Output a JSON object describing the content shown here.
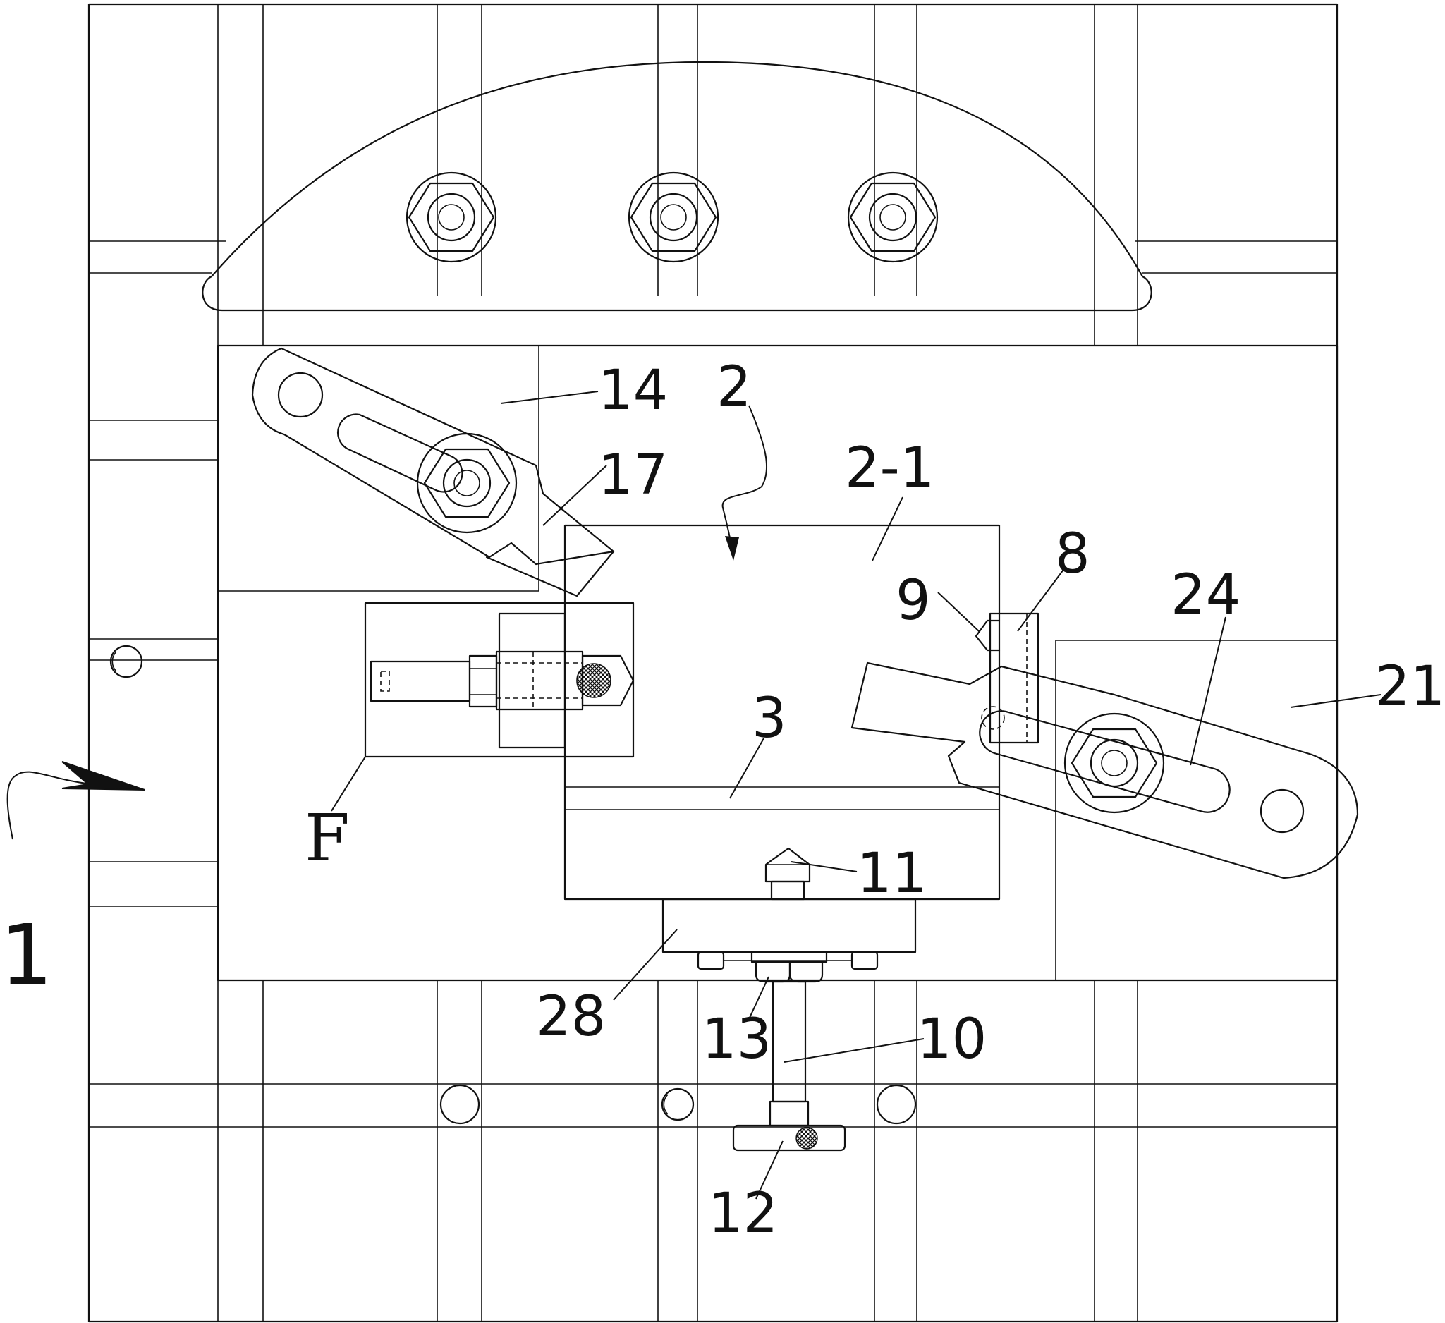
{
  "labels": {
    "l1": "1",
    "l2": "2",
    "l2_1": "2-1",
    "l3": "3",
    "l8": "8",
    "l9": "9",
    "l10": "10",
    "l11": "11",
    "l12": "12",
    "l13": "13",
    "l14": "14",
    "l17": "17",
    "l21": "21",
    "l24": "24",
    "l28": "28",
    "lF": "F"
  }
}
